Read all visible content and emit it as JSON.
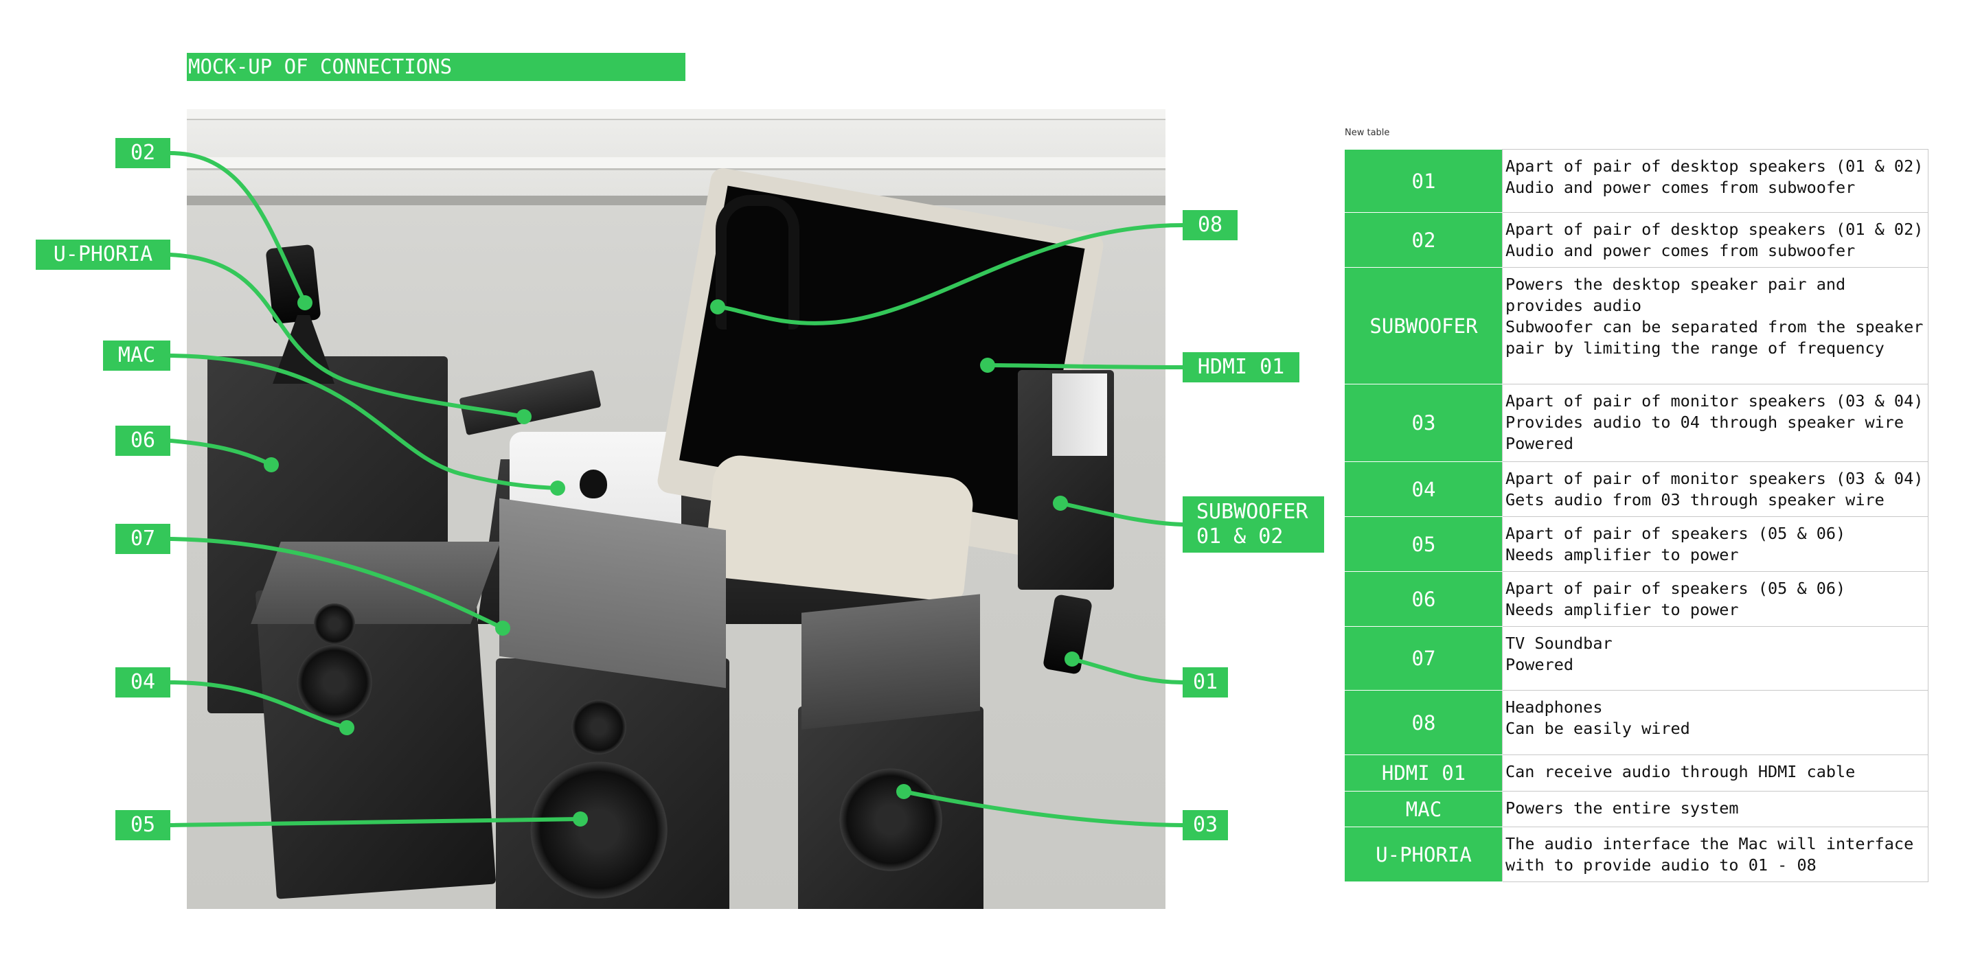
{
  "title": "MOCK-UP OF CONNECTIONS",
  "colors": {
    "accent": "#34c759",
    "label_text": "#ffffff"
  },
  "callouts": [
    {
      "id": "02",
      "label": "02"
    },
    {
      "id": "u-phoria",
      "label": "U-PHORIA"
    },
    {
      "id": "mac",
      "label": "MAC"
    },
    {
      "id": "06",
      "label": "06"
    },
    {
      "id": "07",
      "label": "07"
    },
    {
      "id": "04",
      "label": "04"
    },
    {
      "id": "05",
      "label": "05"
    },
    {
      "id": "08",
      "label": "08"
    },
    {
      "id": "hdmi-01",
      "label": "HDMI 01"
    },
    {
      "id": "subwoofer",
      "label": "SUBWOOFER\n01 & 02"
    },
    {
      "id": "01",
      "label": "01"
    },
    {
      "id": "03",
      "label": "03"
    }
  ],
  "table": {
    "caption": "New table",
    "rows": [
      {
        "key": "01",
        "desc": "Apart of pair of desktop speakers (01 & 02)\nAudio and power comes from subwoofer"
      },
      {
        "key": "02",
        "desc": "Apart of pair of desktop speakers (01 & 02)\nAudio and power comes from subwoofer"
      },
      {
        "key": "SUBWOOFER",
        "desc": "Powers the desktop speaker pair and provides audio\nSubwoofer can be separated from the speaker pair by limiting the range of frequency"
      },
      {
        "key": "03",
        "desc": "Apart of pair of monitor speakers (03 & 04)\nProvides audio to 04 through speaker wire\nPowered"
      },
      {
        "key": "04",
        "desc": "Apart of pair of monitor speakers (03 & 04)\nGets audio from 03 through speaker wire"
      },
      {
        "key": "05",
        "desc": "Apart of pair of speakers (05 & 06)\nNeeds amplifier to power"
      },
      {
        "key": "06",
        "desc": "Apart of pair of speakers (05 & 06)\nNeeds amplifier to power"
      },
      {
        "key": "07",
        "desc": "TV Soundbar\nPowered"
      },
      {
        "key": "08",
        "desc": "Headphones\nCan be easily wired"
      },
      {
        "key": "HDMI 01",
        "desc": "Can receive audio through HDMI cable"
      },
      {
        "key": "MAC",
        "desc": "Powers the entire system"
      },
      {
        "key": "U-PHORIA",
        "desc": "The audio interface the Mac will interface with to provide audio to 01 - 08"
      }
    ]
  }
}
